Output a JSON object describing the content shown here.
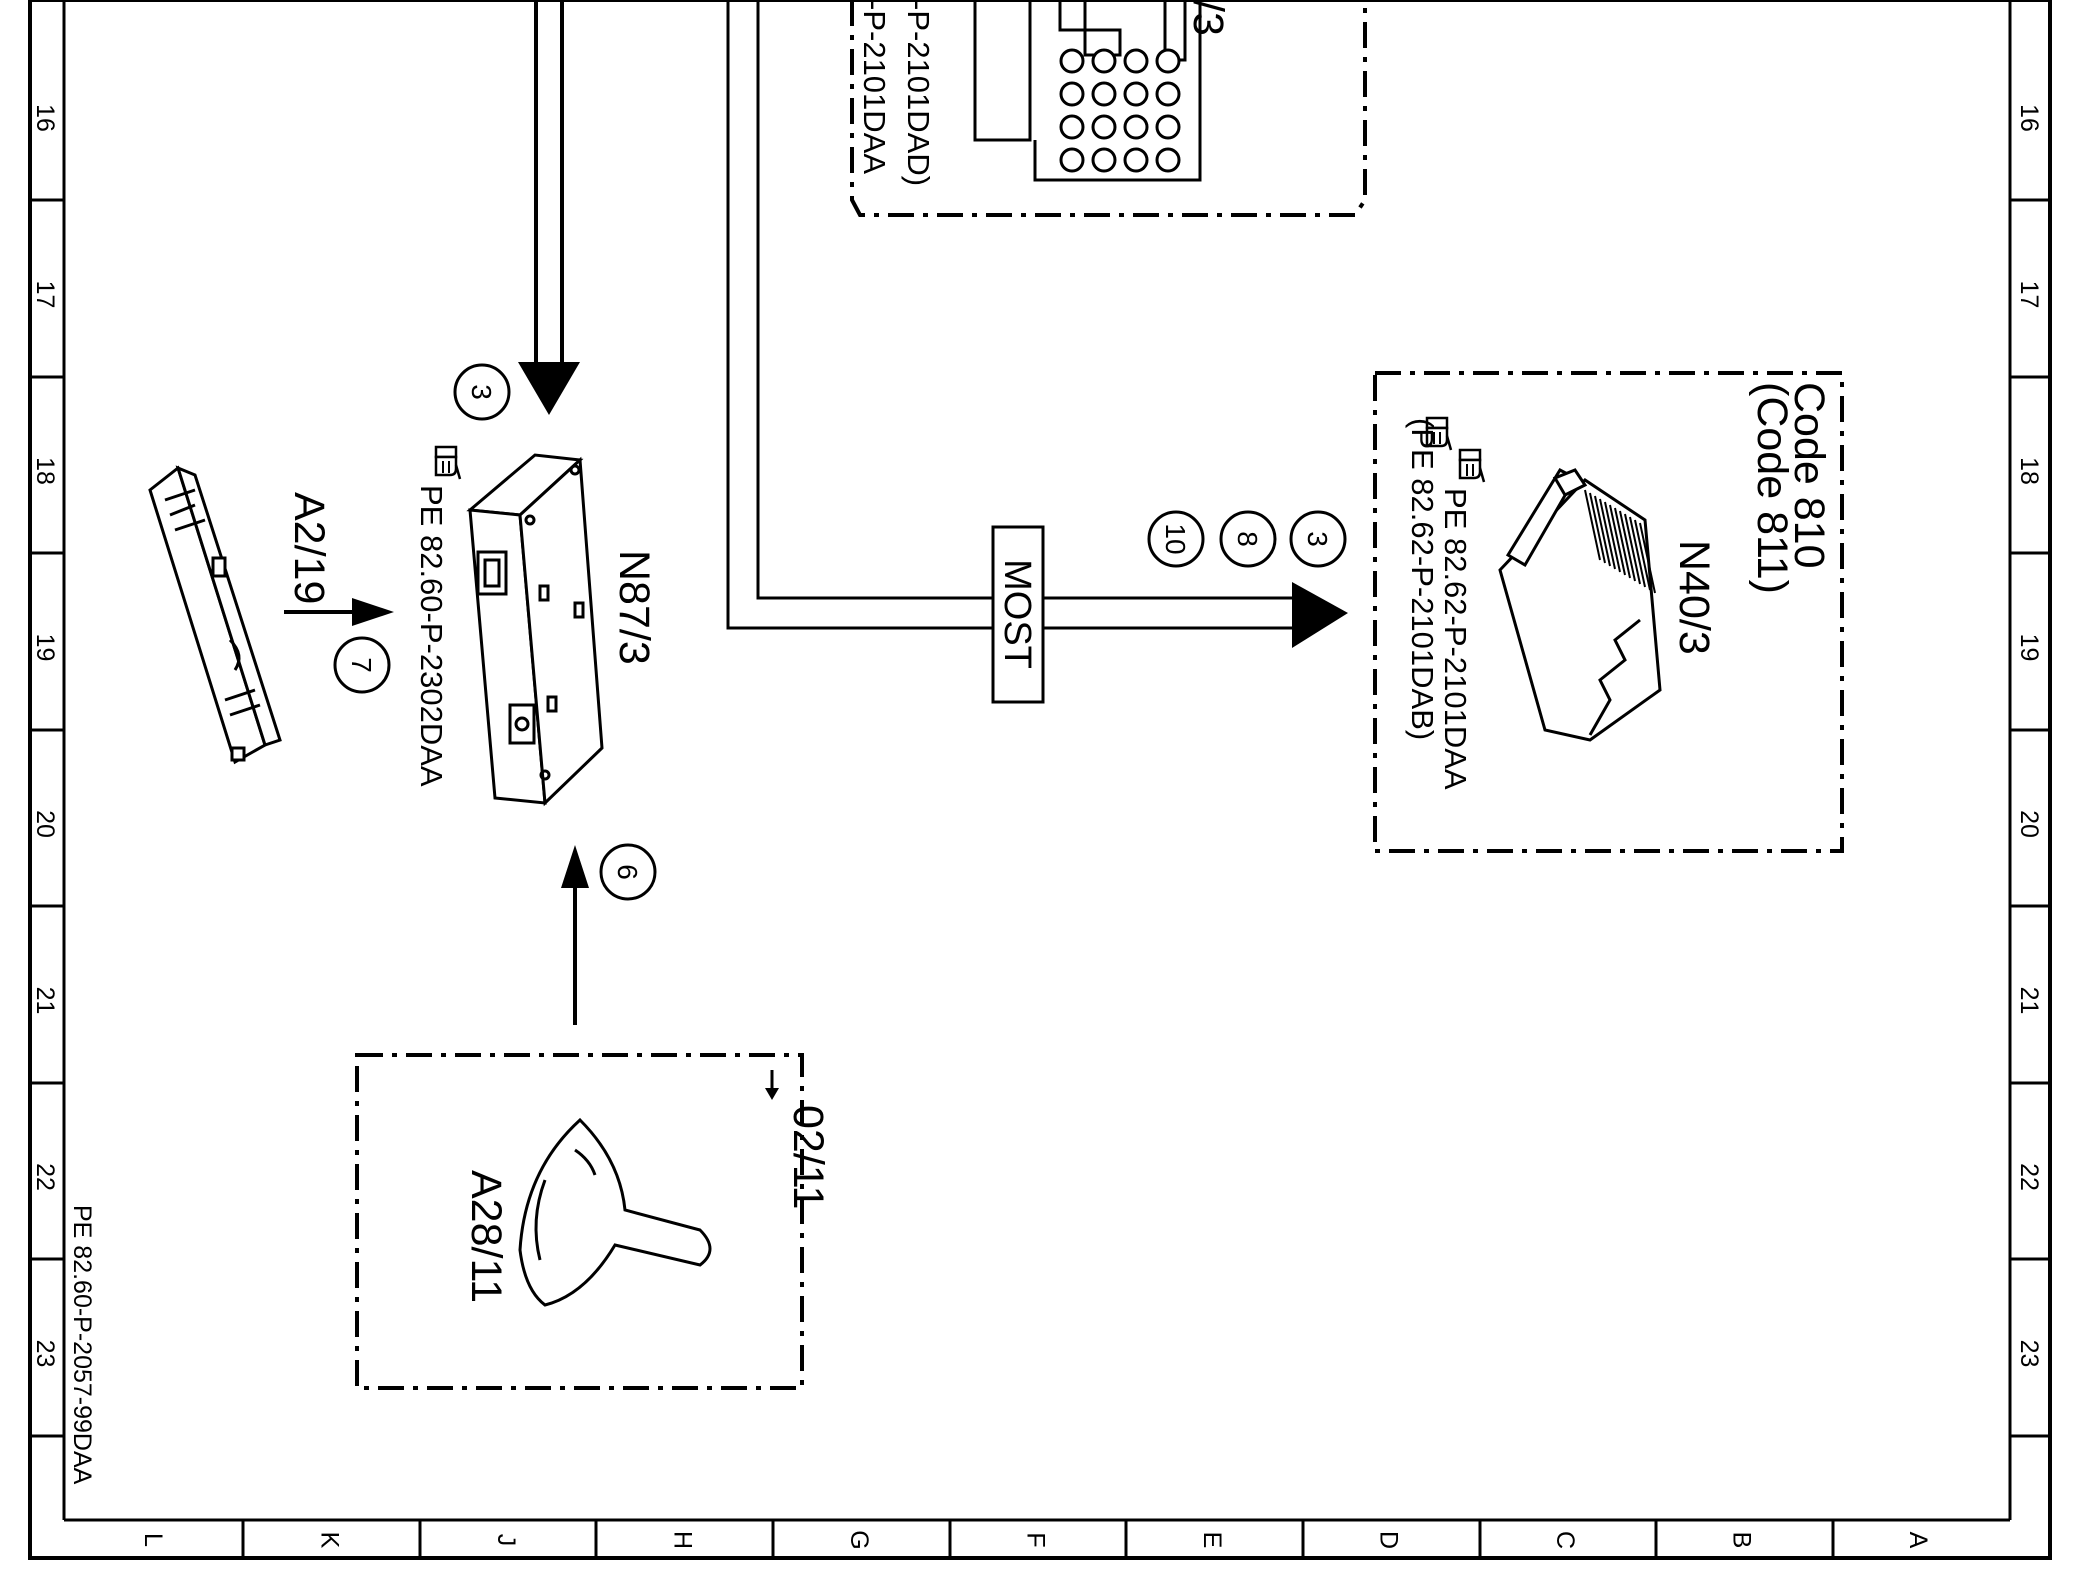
{
  "border": {
    "row_labels": [
      "16",
      "17",
      "18",
      "19",
      "20",
      "21",
      "22",
      "23"
    ],
    "column_labels": [
      "L",
      "K",
      "J",
      "H",
      "G",
      "F",
      "E",
      "D",
      "C",
      "B",
      "A"
    ]
  },
  "document_id": "PE 82.60-P-2057-99DAA",
  "components": {
    "n87_3": {
      "name": "N87/3",
      "reference": "PE 82.60-P-2302DAA"
    },
    "a2_19": {
      "name": "A2/19"
    },
    "a28_11": {
      "name": "A28/11",
      "ref_label": "02/11"
    },
    "n40_3": {
      "name": "N40/3",
      "code_line1": "Code 810",
      "code_line2": "(Code 811)",
      "reference1": "PE 82.62-P-2101DAA",
      "reference2": "(PE 82.62-P-2101DAB)"
    },
    "top_component": {
      "name_fragment": "/3",
      "reference1_fragment": "-P-2101DAA",
      "reference2_fragment": "-P-2101DAD)"
    }
  },
  "bus_label": "MOST",
  "markers": {
    "m3_top": "3",
    "m7": "7",
    "m6": "6",
    "m3_most": "3",
    "m8": "8",
    "m10": "10"
  },
  "icons": [
    "hand-pointer-icon"
  ]
}
